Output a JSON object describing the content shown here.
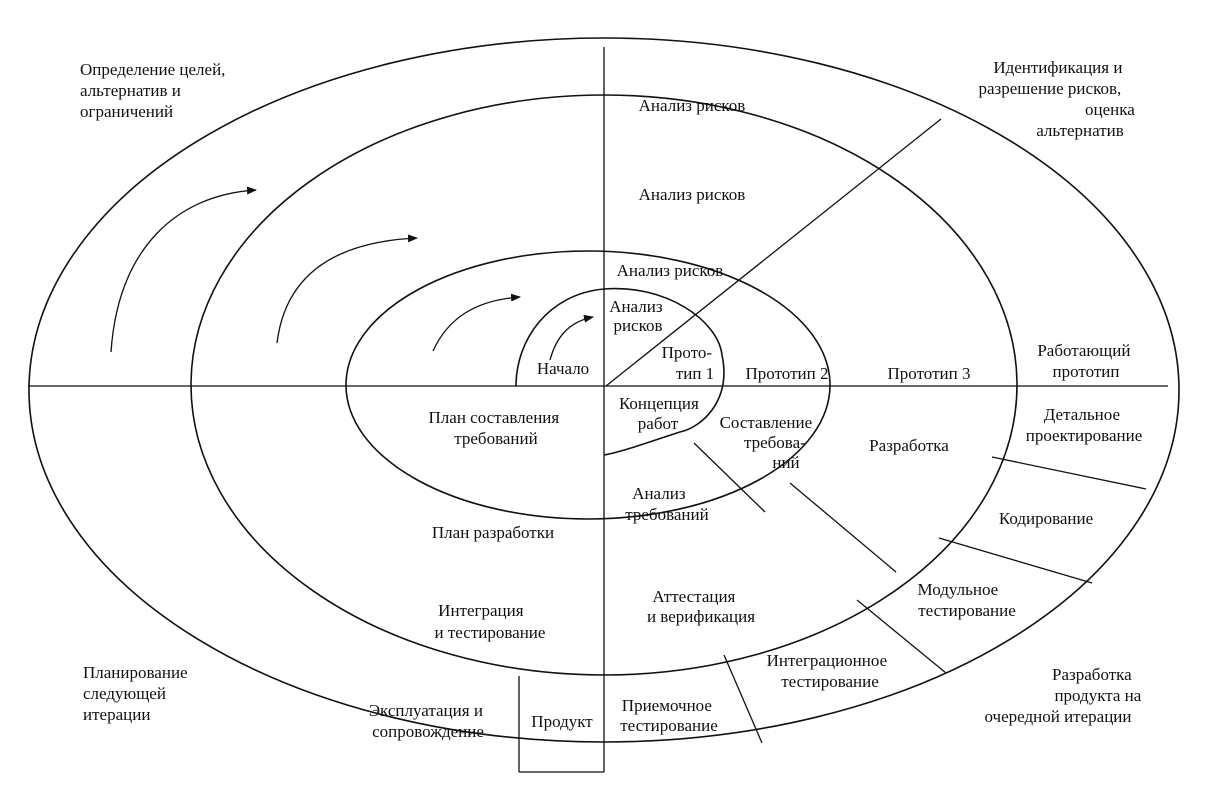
{
  "quadrants": {
    "top_left": [
      "Определение целей,",
      "альтернатив и",
      "ограничений"
    ],
    "top_right": [
      "Идентификация и",
      "разрешение рисков,",
      "оценка",
      "альтернатив"
    ],
    "bottom_left": [
      "Планирование",
      "следующей",
      "итерации"
    ],
    "bottom_right": [
      "Разработка",
      "продукта на",
      "очередной итерации"
    ]
  },
  "risk_analysis": [
    "Анализ рисков",
    "Анализ рисков",
    "Анализ рисков",
    "Анализ",
    "рисков"
  ],
  "start": "Начало",
  "prototypes": {
    "p1": [
      "Прото-",
      "тип 1"
    ],
    "p2": "Прототип 2",
    "p3": "Прототип 3",
    "working": [
      "Работающий",
      "прототип"
    ]
  },
  "planning": {
    "requirements_plan": [
      "План составления",
      "требований"
    ],
    "development_plan": "План разработки",
    "integration_testing": [
      "Интеграция",
      "и тестирование"
    ]
  },
  "development": {
    "concept": [
      "Концепция",
      "работ"
    ],
    "requirements": [
      "Составление",
      "требова-",
      "ний"
    ],
    "requirements_analysis": [
      "Анализ",
      "требований"
    ],
    "design": "Разработка",
    "detailed_design": [
      "Детальное",
      "проектирование"
    ],
    "coding": "Кодирование",
    "unit_testing": [
      "Модульное",
      "тестирование"
    ],
    "attestation": [
      "Аттестация",
      "и верификация"
    ],
    "integration_test": [
      "Интеграционное",
      "тестирование"
    ],
    "acceptance_test": [
      "Приемочное",
      "тестирование"
    ],
    "product": "Продукт",
    "operation": [
      "Эксплуатация и",
      "сопровождение"
    ]
  }
}
